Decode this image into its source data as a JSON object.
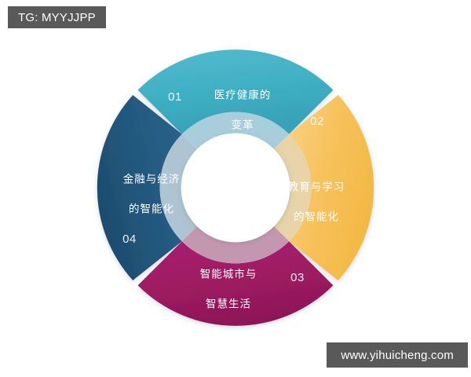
{
  "tag_badge": {
    "text": "TG: MYYJJPP"
  },
  "watermark_badge": {
    "text": "www.yihuicheng.com"
  },
  "chart_data": {
    "type": "pie",
    "title": "",
    "subtitle": "",
    "xlabel": "",
    "ylabel": "",
    "legend_position": "none",
    "grid": false,
    "shape": "donut",
    "inner_hole_ratio": 0.46,
    "segment_count": 4,
    "values": [
      25,
      25,
      25,
      25
    ],
    "categories": [
      "医疗健康的变革",
      "教育与学习的智能化",
      "智能城市与智慧生活",
      "金融与经济的智能化"
    ],
    "colors": [
      "#3FAFC4",
      "#F7C25C",
      "#9E1B62",
      "#23587E"
    ],
    "inner_ring_colors": [
      "#A8CEDC",
      "#E8D4A8",
      "#C497B0",
      "#AFC4D2"
    ],
    "center_color": "#FFFFFF",
    "background": "#FFFFFF",
    "segments": [
      {
        "number": "01",
        "color": "#3FAFC4",
        "inner_color": "#A8CEDC",
        "position": "top",
        "start_angle": -45,
        "end_angle": 45,
        "value": 25,
        "line1": "医疗健康的",
        "line2": "变革"
      },
      {
        "number": "02",
        "color": "#F7C25C",
        "inner_color": "#E8D4A8",
        "position": "right",
        "start_angle": 45,
        "end_angle": 135,
        "value": 25,
        "line1": "教育与学习",
        "line2": "的智能化"
      },
      {
        "number": "03",
        "color": "#9E1B62",
        "inner_color": "#C497B0",
        "position": "bottom",
        "start_angle": 135,
        "end_angle": 225,
        "value": 25,
        "line1": "智能城市与",
        "line2": "智慧生活"
      },
      {
        "number": "04",
        "color": "#23587E",
        "inner_color": "#AFC4D2",
        "position": "left",
        "start_angle": 225,
        "end_angle": 315,
        "value": 25,
        "line1": "金融与经济",
        "line2": "的智能化"
      }
    ]
  }
}
